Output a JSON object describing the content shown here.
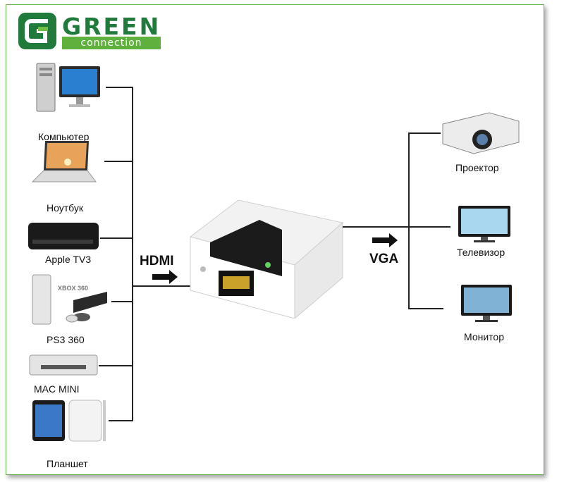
{
  "logo": {
    "word": "GREEN",
    "sub": "connection"
  },
  "sources": [
    {
      "label": "Компьютер"
    },
    {
      "label": "Ноутбук"
    },
    {
      "label": "Apple TV3"
    },
    {
      "label": "PS3  360"
    },
    {
      "label": "MAC MINI"
    },
    {
      "label": "Планшет"
    }
  ],
  "input_label": "HDMI",
  "output_label": "VGA",
  "ps3_badge": "XBOX 360",
  "destinations": [
    {
      "label": "Проектор"
    },
    {
      "label": "Телевизор"
    },
    {
      "label": "Монитор"
    }
  ],
  "colors": {
    "brand_green": "#1f7a3c",
    "accent_green": "#5fb13d",
    "border": "#6fb24a"
  }
}
